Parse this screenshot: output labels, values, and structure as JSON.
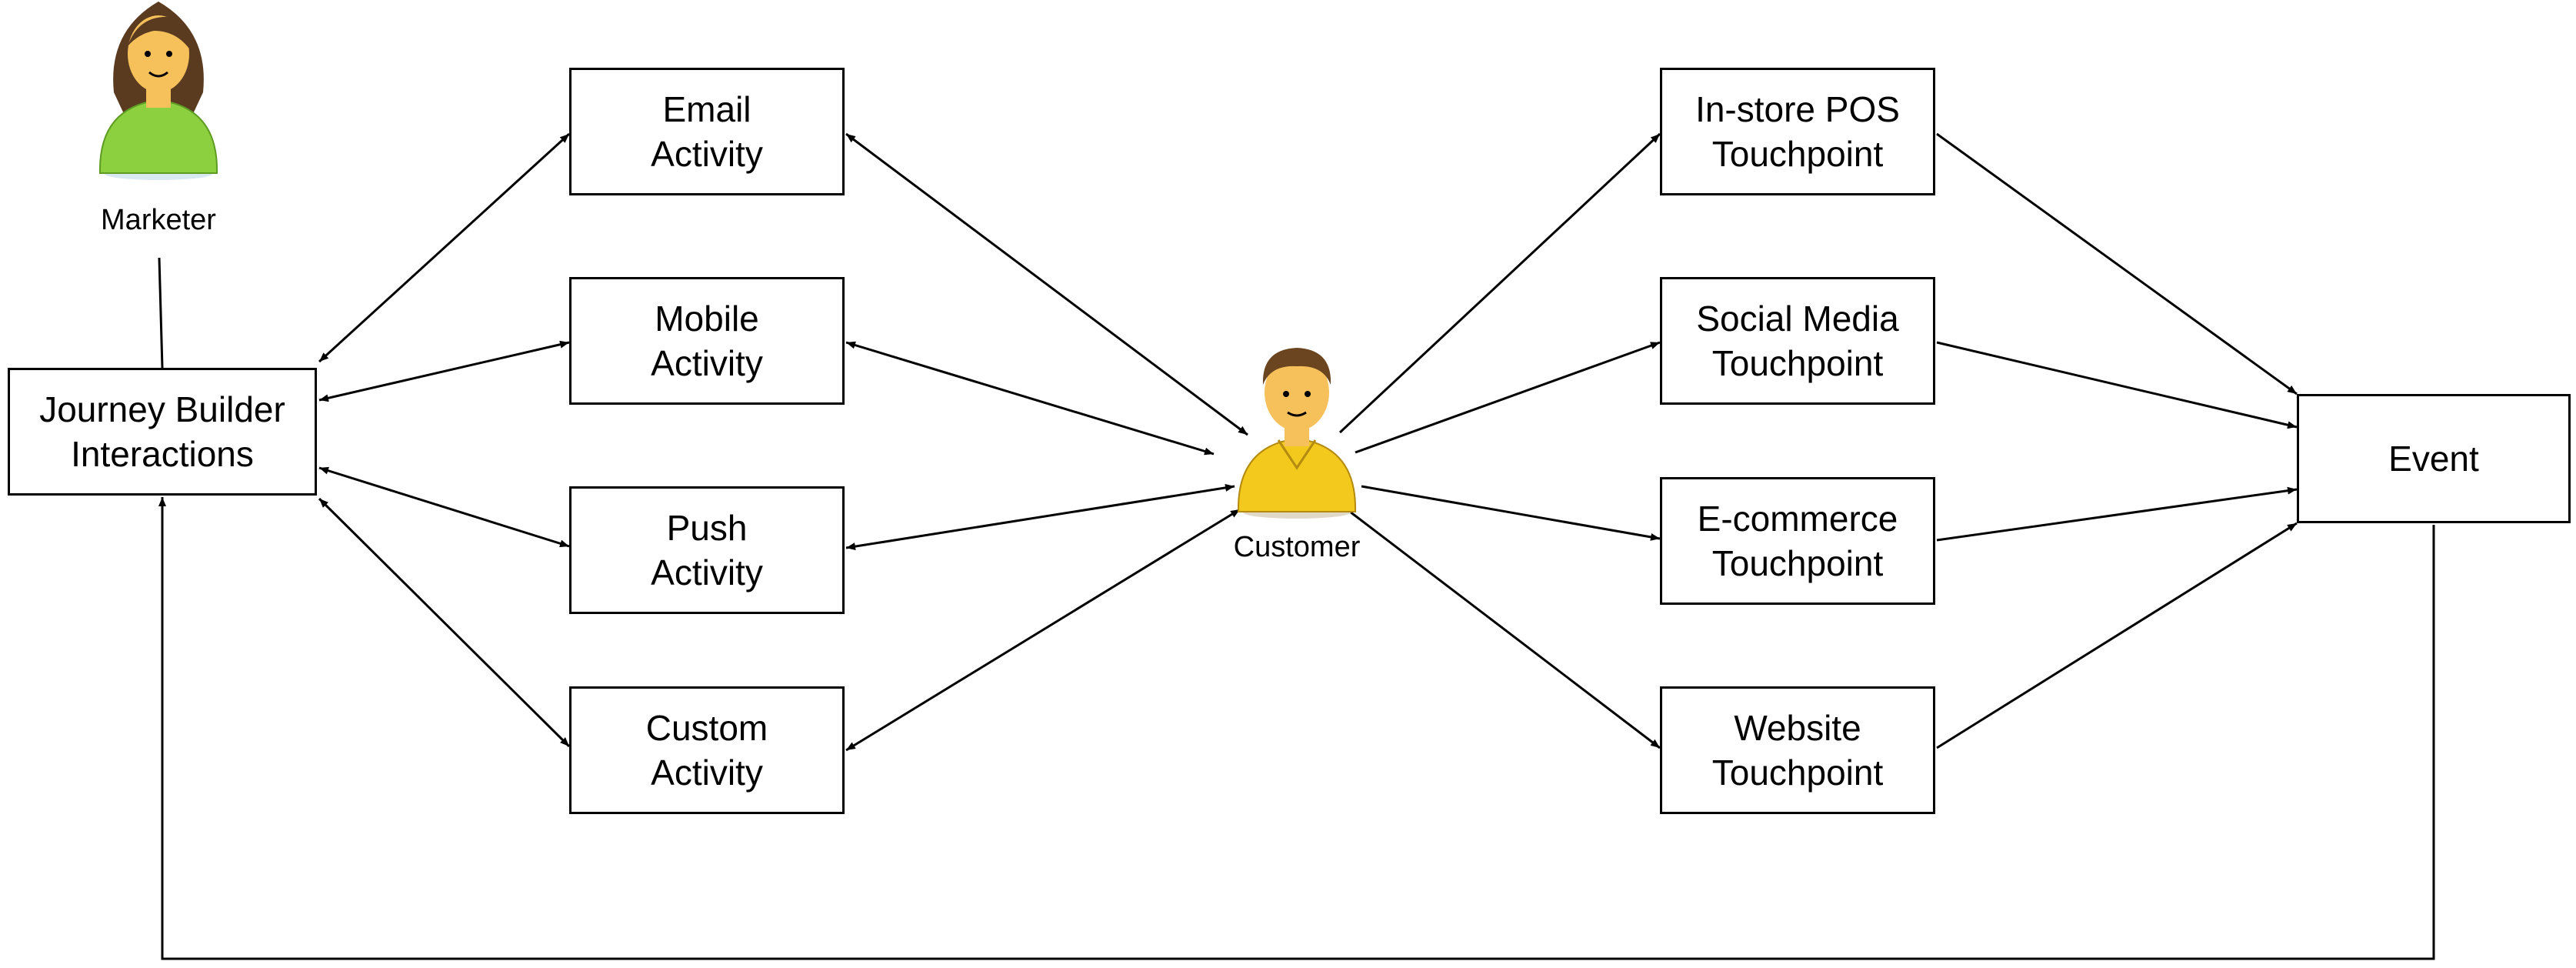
{
  "actors": {
    "marketer": {
      "label": "Marketer",
      "icon": "female-user-icon",
      "shirt_color": "#8ccf3f",
      "hair_color": "#5a3b20",
      "skin_color": "#f6c15a"
    },
    "customer": {
      "label": "Customer",
      "icon": "male-user-icon",
      "shirt_color": "#f2c91c",
      "hair_color": "#6b4520",
      "skin_color": "#f6c15a"
    }
  },
  "nodes": {
    "journey_builder": "Journey Builder\nInteractions",
    "email": "Email\nActivity",
    "mobile": "Mobile\nActivity",
    "push": "Push\nActivity",
    "custom": "Custom\nActivity",
    "instore": "In-store POS\nTouchpoint",
    "social": "Social Media\nTouchpoint",
    "ecommerce": "E-commerce\nTouchpoint",
    "website": "Website\nTouchpoint",
    "event": "Event"
  },
  "edges": [
    {
      "from": "journey_builder",
      "to": "email",
      "direction": "both"
    },
    {
      "from": "journey_builder",
      "to": "mobile",
      "direction": "both"
    },
    {
      "from": "journey_builder",
      "to": "push",
      "direction": "both"
    },
    {
      "from": "journey_builder",
      "to": "custom",
      "direction": "both"
    },
    {
      "from": "email",
      "to": "customer",
      "direction": "both"
    },
    {
      "from": "mobile",
      "to": "customer",
      "direction": "both"
    },
    {
      "from": "push",
      "to": "customer",
      "direction": "both"
    },
    {
      "from": "custom",
      "to": "customer",
      "direction": "both"
    },
    {
      "from": "customer",
      "to": "instore",
      "direction": "forward"
    },
    {
      "from": "customer",
      "to": "social",
      "direction": "forward"
    },
    {
      "from": "customer",
      "to": "ecommerce",
      "direction": "forward"
    },
    {
      "from": "customer",
      "to": "website",
      "direction": "forward"
    },
    {
      "from": "instore",
      "to": "event",
      "direction": "forward"
    },
    {
      "from": "social",
      "to": "event",
      "direction": "forward"
    },
    {
      "from": "ecommerce",
      "to": "event",
      "direction": "forward"
    },
    {
      "from": "website",
      "to": "event",
      "direction": "forward"
    },
    {
      "from": "event",
      "to": "journey_builder",
      "direction": "forward"
    },
    {
      "from": "marketer",
      "to": "journey_builder",
      "direction": "none"
    }
  ]
}
